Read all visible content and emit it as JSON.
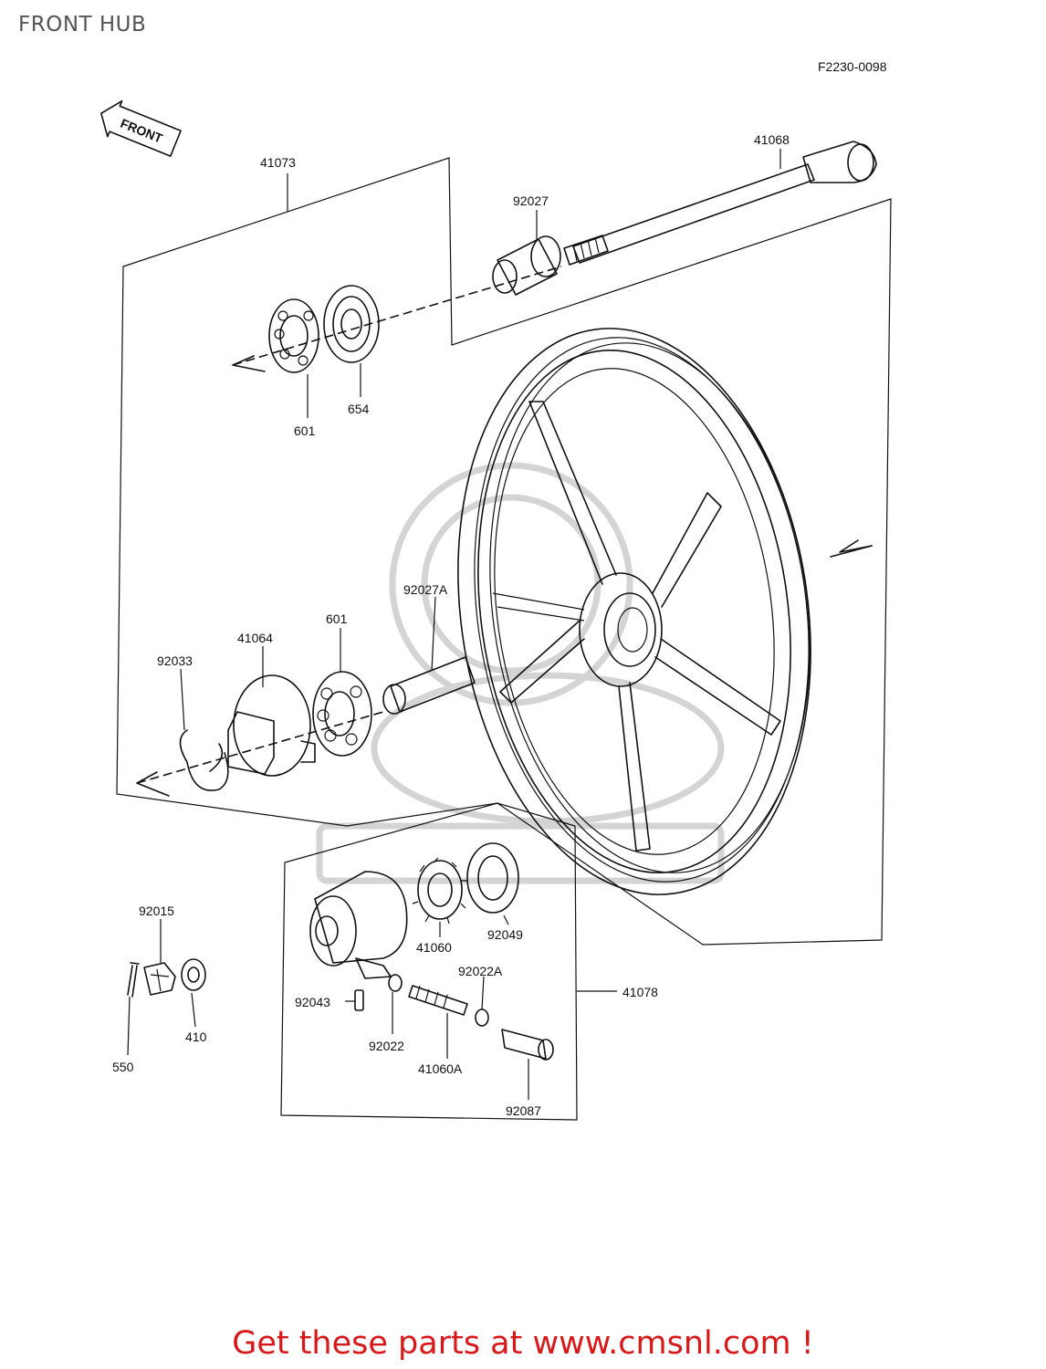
{
  "page": {
    "title": "FRONT HUB"
  },
  "diagram": {
    "figure_code": "F2230-0098",
    "front_arrow": "FRONT",
    "parts": {
      "p41073": "41073",
      "p41068": "41068",
      "p92027": "92027",
      "p601a": "601",
      "p654": "654",
      "p92027a": "92027A",
      "p601b": "601",
      "p41064": "41064",
      "p92033": "92033",
      "p92015": "92015",
      "p410": "410",
      "p550": "550",
      "p41060": "41060",
      "p92049": "92049",
      "p92022a": "92022A",
      "p41078": "41078",
      "p92043": "92043",
      "p92022": "92022",
      "p41060a": "41060A",
      "p92087": "92087"
    }
  },
  "footer": {
    "promo_text": "Get these parts at www.cmsnl.com !",
    "promo_color": "#d81818"
  }
}
